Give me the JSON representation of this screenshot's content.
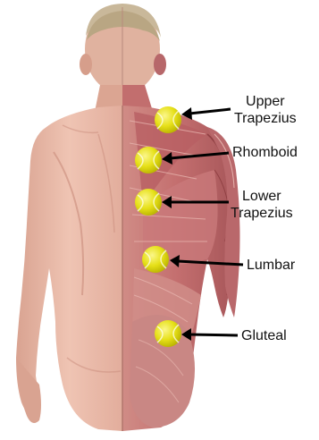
{
  "labels": {
    "upper_trapezius": [
      "Upper",
      "Trapezius"
    ],
    "rhomboid": "Rhomboid",
    "lower_trapezius": [
      "Lower",
      "Trapezius"
    ],
    "lumbar": "Lumbar",
    "gluteal": "Gluteal"
  },
  "colors": {
    "skin": "#e8b8a8",
    "skin_shadow": "#c98c7c",
    "muscle": "#c97a78",
    "muscle_dark": "#8f3f42",
    "muscle_light": "#e6b3ad",
    "hair": "#c9b89a",
    "ball": "#e6e018",
    "ball_dark": "#b8b200",
    "arrow": "#000000"
  },
  "icons": [
    "tennis-ball-icon",
    "arrow-icon"
  ]
}
